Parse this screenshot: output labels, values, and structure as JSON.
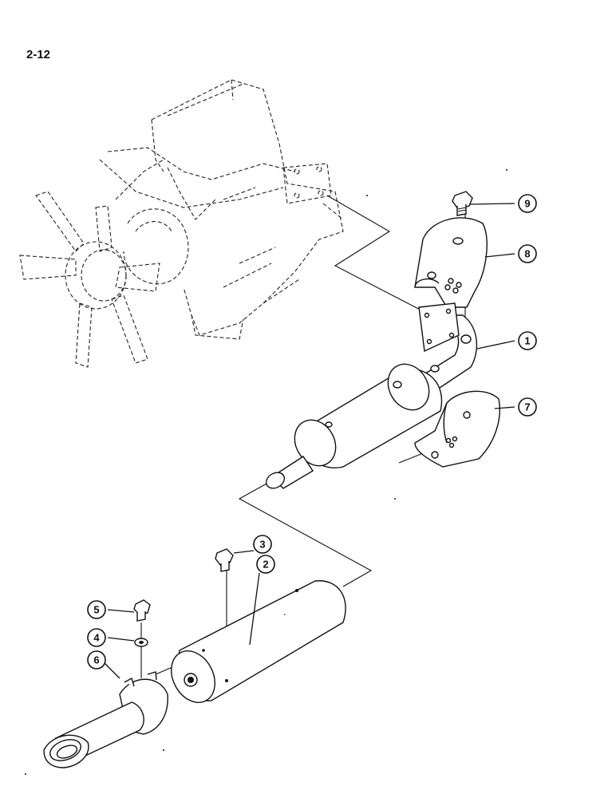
{
  "page": {
    "number": "2-12"
  },
  "callouts": [
    {
      "id": "1",
      "label": "1"
    },
    {
      "id": "2",
      "label": "2"
    },
    {
      "id": "3",
      "label": "3"
    },
    {
      "id": "4",
      "label": "4"
    },
    {
      "id": "5",
      "label": "5"
    },
    {
      "id": "6",
      "label": "6"
    },
    {
      "id": "7",
      "label": "7"
    },
    {
      "id": "8",
      "label": "8"
    },
    {
      "id": "9",
      "label": "9"
    }
  ]
}
